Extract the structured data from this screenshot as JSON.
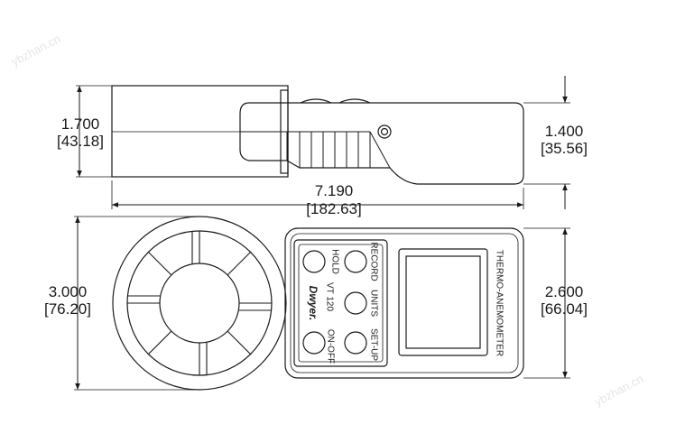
{
  "watermark": "ybzhan.cn",
  "dimensions": {
    "side_height": {
      "inch": "1.700",
      "mm": "[43.18]"
    },
    "side_grip_height": {
      "inch": "1.400",
      "mm": "[35.56]"
    },
    "overall_length": {
      "inch": "7.190",
      "mm": "[182.63]"
    },
    "front_height": {
      "inch": "3.000",
      "mm": "[76.20]"
    },
    "front_body_height": {
      "inch": "2.600",
      "mm": "[66.04]"
    }
  },
  "device": {
    "brand": "Dwyer.",
    "model": "VT 120",
    "side_label": "THERMO-ANEMOMETER",
    "buttons": {
      "hold": "HOLD",
      "record": "RECORD",
      "units": "UNITS",
      "on_off": "ON-OFF",
      "set_up": "SET-UP"
    }
  }
}
